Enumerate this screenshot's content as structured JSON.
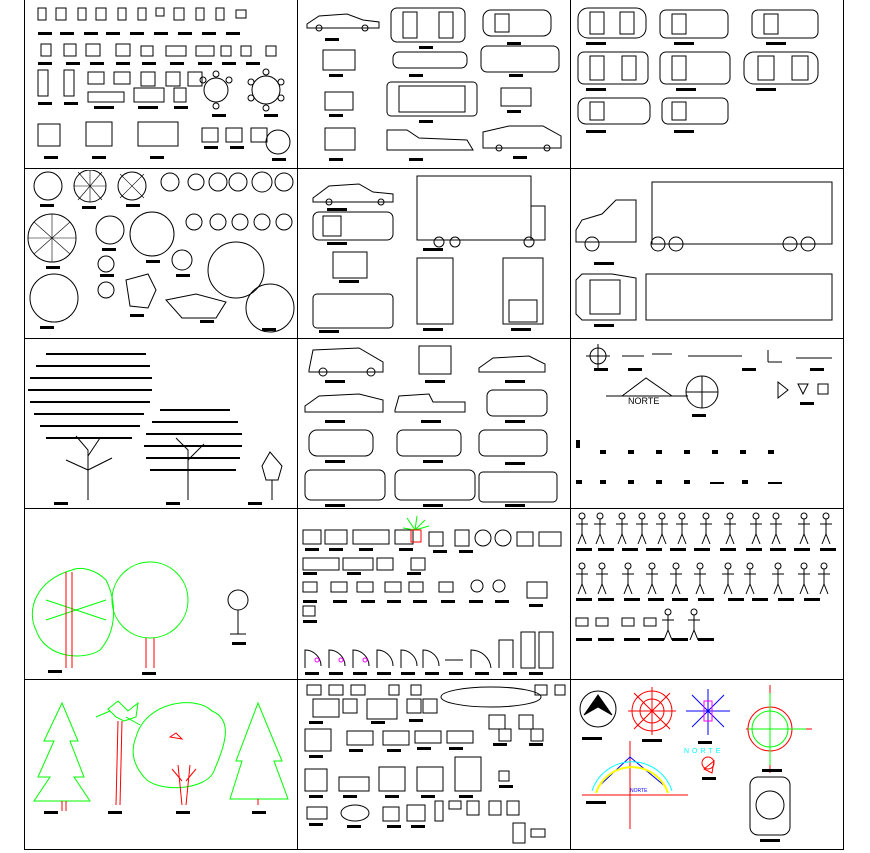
{
  "sheet": {
    "columns": 3,
    "rows": 5,
    "line_color": "#000000"
  },
  "colors": {
    "ink": "#000000",
    "green": "#00ff00",
    "red": "#ff0000",
    "magenta": "#ff00ff",
    "yellow": "#ffff00",
    "blue": "#0000ff",
    "cyan": "#00ffff"
  },
  "cells": [
    {
      "id": "furniture-plan",
      "icon": "furniture-icon"
    },
    {
      "id": "cars-elevation",
      "icon": "car-icon"
    },
    {
      "id": "cars-plan",
      "icon": "car-icon"
    },
    {
      "id": "trees-plan",
      "icon": "tree-plan-icon"
    },
    {
      "id": "vans-trucks",
      "icon": "truck-icon"
    },
    {
      "id": "semi-truck",
      "icon": "truck-icon"
    },
    {
      "id": "trees-hatched",
      "icon": "tree-icon"
    },
    {
      "id": "vehicles-mixed",
      "icon": "car-icon"
    },
    {
      "id": "north-symbols",
      "icon": "north-arrow-icon",
      "north_text": "NORTE"
    },
    {
      "id": "trees-green",
      "icon": "tree-icon"
    },
    {
      "id": "sofas-doors",
      "icon": "sofa-icon"
    },
    {
      "id": "people",
      "icon": "person-icon"
    },
    {
      "id": "conifers-palms",
      "icon": "tree-icon"
    },
    {
      "id": "office-furniture",
      "icon": "desk-icon"
    },
    {
      "id": "north-arrows-color",
      "icon": "compass-icon",
      "north_text": "NORTE",
      "north_text_small": "NORTE"
    }
  ]
}
